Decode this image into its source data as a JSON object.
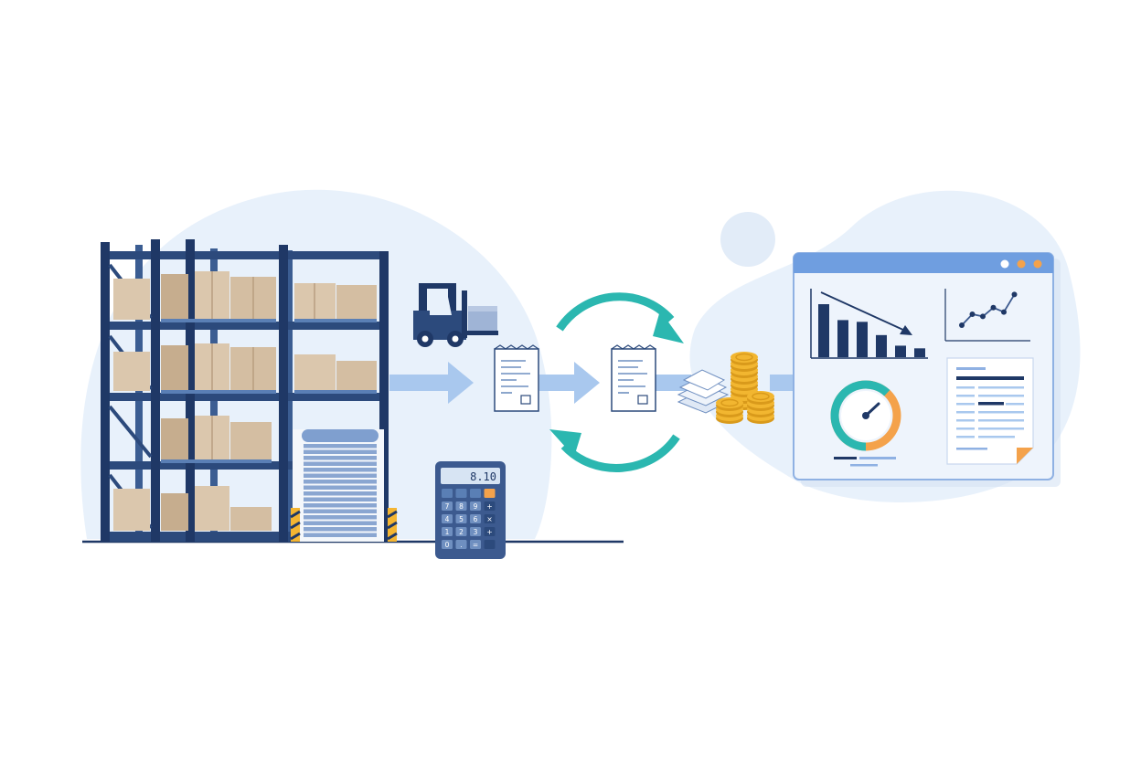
{
  "calculator": {
    "display": "8.10",
    "buttons": [
      [
        "",
        "",
        "",
        ""
      ],
      [
        "7",
        "8",
        "9",
        "+"
      ],
      [
        "4",
        "5",
        "6",
        "×"
      ],
      [
        "1",
        "2",
        "3",
        "+"
      ],
      [
        "0",
        ".",
        "=",
        ""
      ]
    ]
  },
  "colors": {
    "background": "#ffffff",
    "blob": "#e8f1fb",
    "rack": "#2c4a7c",
    "rack_dark": "#1f3866",
    "box": "#dbc7ad",
    "box_dark": "#c6ad8e",
    "arrow_light": "#a9c8ee",
    "cycle_teal": "#2bb7b0",
    "coin": "#f2b630",
    "coin_dark": "#d99a1b",
    "dashboard_header": "#6f9ee0",
    "dashboard_body": "#eef4fc",
    "chart_bar": "#1f3866",
    "gauge_orange": "#f4a24b",
    "gauge_teal": "#2bb7b0",
    "window_dot_orange": "#f4a24b",
    "window_dot_white": "#ffffff"
  },
  "icons": [
    "warehouse-rack-icon",
    "roller-door-icon",
    "forklift-icon",
    "calculator-icon",
    "receipt-icon",
    "cycle-arrows-icon",
    "paper-stack-icon",
    "coin-stack-icon",
    "dashboard-window-icon",
    "bar-chart-icon",
    "line-chart-icon",
    "gauge-icon",
    "report-document-icon"
  ],
  "dashboard": {
    "bar_chart_values": [
      6,
      4.2,
      4,
      2.5,
      1.3,
      1
    ],
    "line_chart_values": [
      1,
      2,
      1.8,
      2.6,
      2.2,
      3.8
    ],
    "gauge_value": 0.62
  }
}
